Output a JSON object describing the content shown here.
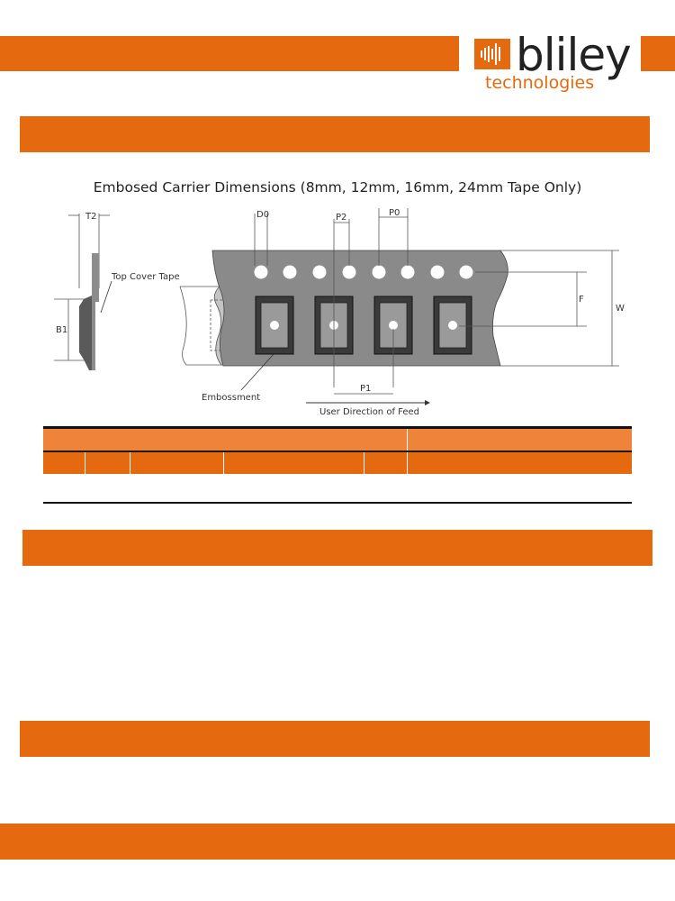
{
  "logo": {
    "name": "bliley",
    "tagline": "technologies"
  },
  "diagram": {
    "title": "Embosed Carrier Dimensions (8mm, 12mm, 16mm, 24mm Tape Only)",
    "labels": {
      "t2": "T2",
      "b1": "B1",
      "top_cover_tape": "Top Cover Tape",
      "d0": "D0",
      "p2": "P2",
      "p0": "P0",
      "f": "F",
      "w": "W",
      "p1": "P1",
      "embossment": "Embossment",
      "feed_direction": "User Direction of Feed"
    }
  },
  "colors": {
    "brand_orange": "#e5690f",
    "light_orange": "#ee8339",
    "tape_gray": "#8a8a8a"
  }
}
